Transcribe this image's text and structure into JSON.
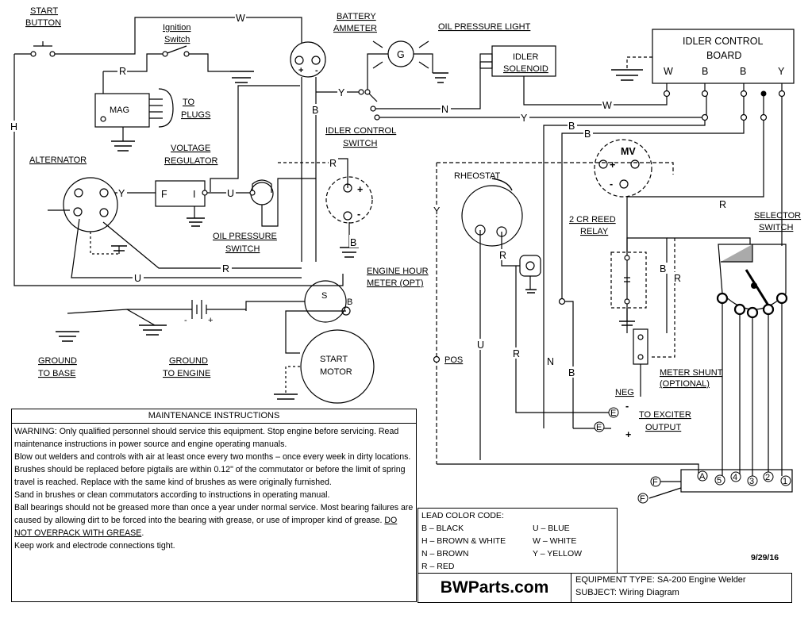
{
  "labels": {
    "start_button": [
      "START",
      "BUTTON"
    ],
    "ignition_switch": [
      "Ignition",
      "Switch"
    ],
    "battery_ammeter": [
      "BATTERY",
      "AMMETER"
    ],
    "oil_pressure_light": "OIL PRESSURE LIGHT",
    "idler_control_board": [
      "IDLER CONTROL",
      "BOARD"
    ],
    "idler_solenoid": [
      "IDLER",
      "SOLENOID"
    ],
    "mag": "MAG",
    "to_plugs": [
      "TO",
      "PLUGS"
    ],
    "idler_control_switch": [
      "IDLER CONTROL",
      "SWITCH"
    ],
    "voltage_regulator": [
      "VOLTAGE",
      "REGULATOR"
    ],
    "alternator": "ALTERNATOR",
    "oil_pressure_switch": [
      "OIL PRESSURE",
      "SWITCH"
    ],
    "engine_hour_meter": [
      "ENGINE HOUR",
      "METER (OPT)"
    ],
    "rheostat": "RHEOSTAT",
    "mv": "MV",
    "reed_relay": [
      "2 CR REED",
      "RELAY"
    ],
    "selector_switch": [
      "SELECTOR",
      "SWITCH"
    ],
    "meter_shunt": [
      "METER SHUNT",
      "(OPTIONAL)"
    ],
    "ground_to_base": [
      "GROUND",
      "TO BASE"
    ],
    "ground_to_engine": [
      "GROUND",
      "TO ENGINE"
    ],
    "start_motor": [
      "START",
      "MOTOR"
    ],
    "to_exciter": [
      "TO EXCITER",
      "OUTPUT"
    ],
    "pos": "POS",
    "neg": "NEG",
    "reg_f": "F",
    "reg_i": "I",
    "gauge_g": "G",
    "sol_s": "S",
    "sol_b": "B",
    "plus": "+",
    "minus": "-",
    "e_terminal": "E",
    "f_terminal": "F",
    "a_terminal": "A"
  },
  "wire_letters": {
    "w": "W",
    "r": "R",
    "y": "Y",
    "b": "B",
    "n": "N",
    "u": "U",
    "h": "H"
  },
  "board_terminals": [
    "W",
    "B",
    "B",
    "Y"
  ],
  "terminal_numbers": [
    "5",
    "4",
    "3",
    "2",
    "1"
  ],
  "maintenance": {
    "title": "MAINTENANCE INSTRUCTIONS",
    "paragraphs": [
      "WARNING:  Only qualified personnel should service this equipment. Stop engine before servicing. Read maintenance instructions in power source and engine operating manuals.",
      "Blow out welders and controls with air at least once every two months – once every week in dirty locations.",
      "Brushes should be replaced before pigtails are within 0.12\" of the commutator or before the limit of spring travel is reached. Replace with the same kind of brushes as were originally furnished.",
      "Sand in brushes or clean commutators according to instructions in operating manual.",
      "Ball bearings should not be greased more than once a year under normal service. Most bearing failures are caused by allowing dirt to be forced into the bearing with grease, or use of improper kind of grease.",
      "Keep work and electrode connections tight."
    ],
    "underlined": "DO NOT OVERPACK WITH GREASE"
  },
  "lead_color_code": {
    "title": "LEAD COLOR CODE:",
    "left": [
      "B – BLACK",
      "H – BROWN & WHITE",
      "N – BROWN",
      "R –  RED"
    ],
    "right": [
      "U – BLUE",
      "W – WHITE",
      "Y – YELLOW"
    ]
  },
  "footer": {
    "brand": "BWParts.com",
    "equipment_type": "EQUIPMENT TYPE:  SA-200 Engine Welder",
    "subject": "SUBJECT:  Wiring Diagram",
    "date": "9/29/16"
  }
}
